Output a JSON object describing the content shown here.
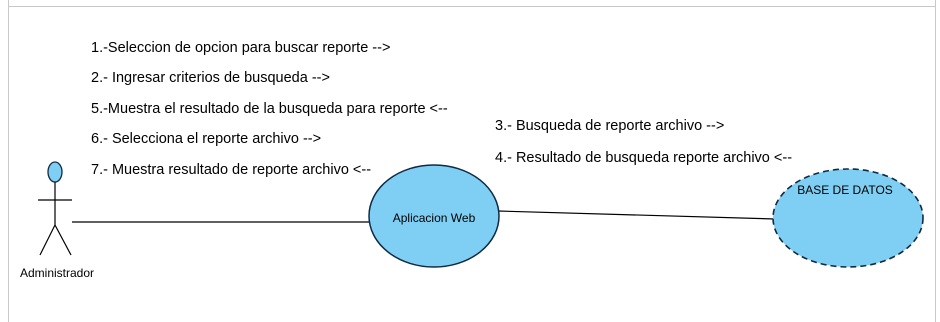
{
  "diagram": {
    "actor": {
      "label": "Administrador"
    },
    "use_cases": {
      "app": {
        "label": "Aplicacion Web",
        "fill": "#7ecff3",
        "stroke": "#0f2b44"
      },
      "db": {
        "label": "BASE DE DATOS",
        "fill": "#7ecff3",
        "stroke": "#0f2b44",
        "dashed": true
      }
    },
    "actor_messages": [
      "1.-Seleccion de opcion para buscar reporte -->",
      "2.- Ingresar criterios de busqueda -->",
      "5.-Muestra el resultado de la busqueda para reporte <--",
      "6.-  Selecciona el reporte archivo -->",
      "7.- Muestra resultado de reporte archivo <--"
    ],
    "db_messages": [
      "3.- Busqueda de reporte archivo -->",
      "4.- Resultado de busqueda reporte archivo <--"
    ]
  }
}
